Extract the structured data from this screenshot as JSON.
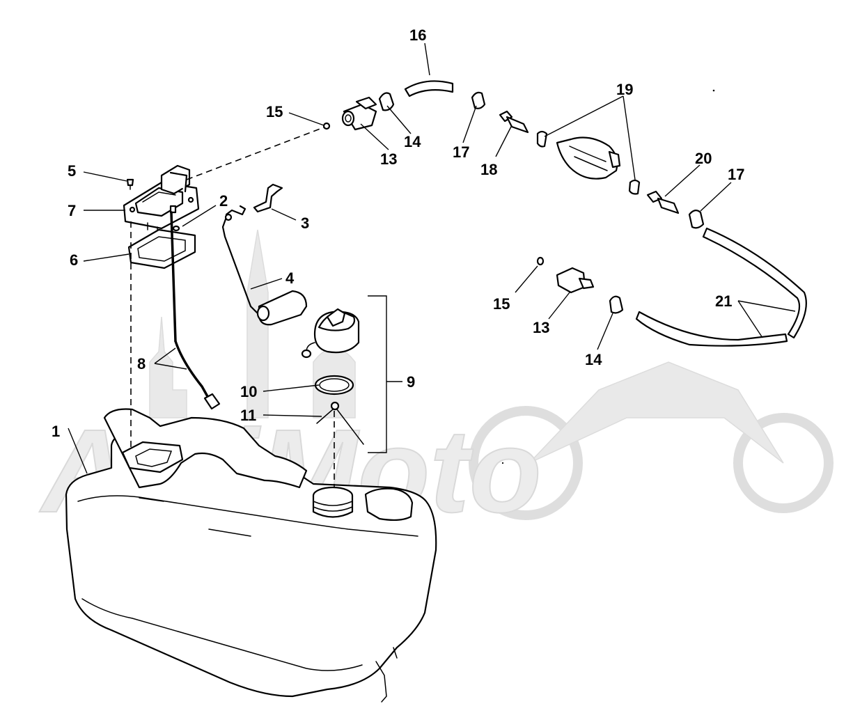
{
  "watermark": {
    "text": "AeliMoto"
  },
  "callouts": [
    {
      "id": "c1",
      "text": "1"
    },
    {
      "id": "c2",
      "text": "2"
    },
    {
      "id": "c3",
      "text": "3"
    },
    {
      "id": "c4",
      "text": "4"
    },
    {
      "id": "c5",
      "text": "5"
    },
    {
      "id": "c6",
      "text": "6"
    },
    {
      "id": "c7",
      "text": "7"
    },
    {
      "id": "c8",
      "text": "8"
    },
    {
      "id": "c9",
      "text": "9"
    },
    {
      "id": "c10",
      "text": "10"
    },
    {
      "id": "c11",
      "text": "11"
    },
    {
      "id": "c13a",
      "text": "13"
    },
    {
      "id": "c13b",
      "text": "13"
    },
    {
      "id": "c14a",
      "text": "14"
    },
    {
      "id": "c14b",
      "text": "14"
    },
    {
      "id": "c15a",
      "text": "15"
    },
    {
      "id": "c15b",
      "text": "15"
    },
    {
      "id": "c16",
      "text": "16"
    },
    {
      "id": "c17a",
      "text": "17"
    },
    {
      "id": "c17b",
      "text": "17"
    },
    {
      "id": "c18",
      "text": "18"
    },
    {
      "id": "c19",
      "text": "19"
    },
    {
      "id": "c20",
      "text": "20"
    },
    {
      "id": "c21",
      "text": "21"
    }
  ]
}
